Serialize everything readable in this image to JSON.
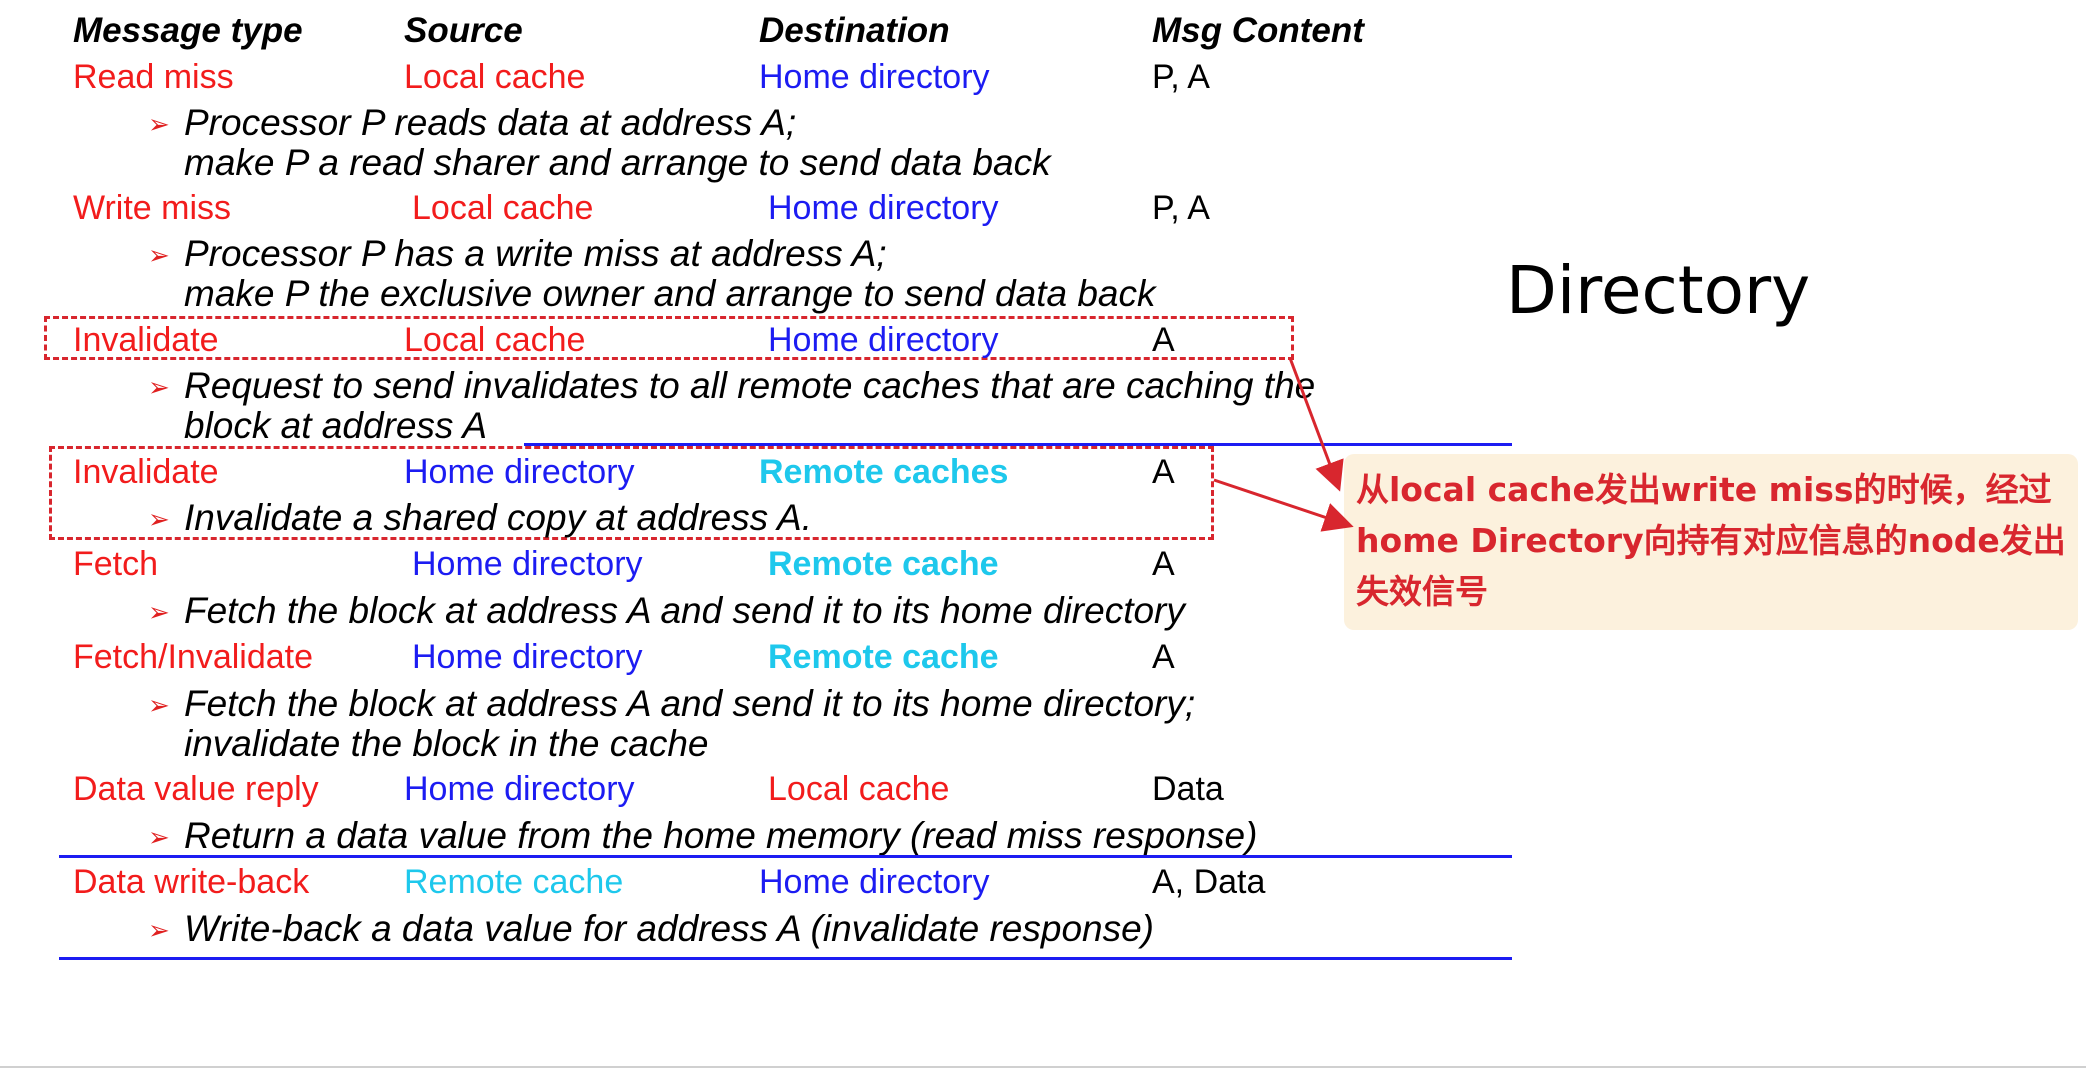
{
  "headers": {
    "message_type": "Message type",
    "source": "Source",
    "destination": "Destination",
    "msg_content": "Msg Content"
  },
  "title": "Directory",
  "rows": [
    {
      "type": "Read miss",
      "source": "Local cache",
      "destination": "Home directory",
      "content": "P, A",
      "desc": [
        "Processor P reads data at address A;",
        "make P a read sharer and arrange to send data back"
      ]
    },
    {
      "type": "Write miss",
      "source": "Local cache",
      "destination": "Home directory",
      "content": "P, A",
      "desc": [
        "Processor P has a write miss at address A;",
        "make P the exclusive owner and arrange to send data back"
      ]
    },
    {
      "type": "Invalidate",
      "source": "Local cache",
      "destination": "Home directory",
      "content": "A",
      "desc": [
        "Request to send invalidates to all remote caches that are caching the",
        "block at address A"
      ]
    },
    {
      "type": "Invalidate",
      "source": "Home directory",
      "destination": "Remote caches",
      "content": "A",
      "desc": [
        "Invalidate a shared copy at address A."
      ]
    },
    {
      "type": "Fetch",
      "source": "Home directory",
      "destination": "Remote cache",
      "content": "A",
      "desc": [
        "Fetch the block at address A and send it to its home directory"
      ]
    },
    {
      "type": "Fetch/Invalidate",
      "source": "Home directory",
      "destination": "Remote cache",
      "content": "A",
      "desc": [
        "Fetch the block at address A and send it to its home directory;",
        "invalidate the block in the cache"
      ]
    },
    {
      "type": "Data value reply",
      "source": "Home directory",
      "destination": "Local cache",
      "content": "Data",
      "desc": [
        "Return a data value from the home memory (read miss response)"
      ]
    },
    {
      "type": "Data write-back",
      "source": "Remote cache",
      "destination": "Home directory",
      "content": "A, Data",
      "desc": [
        "Write-back a data value for address A (invalidate response)"
      ]
    }
  ],
  "bullet_glyph": "➢",
  "callout": {
    "text": "从local cache发出write miss的时候，经过home Directory向持有对应信息的node发出失效信号"
  },
  "colors": {
    "type": "#f21c1c",
    "local_cache": "#f21c1c",
    "home_directory": "#1c1cf2",
    "remote": "#1ec8ec",
    "annotation": "#d8262e",
    "callout_bg": "#fcf1dd"
  }
}
